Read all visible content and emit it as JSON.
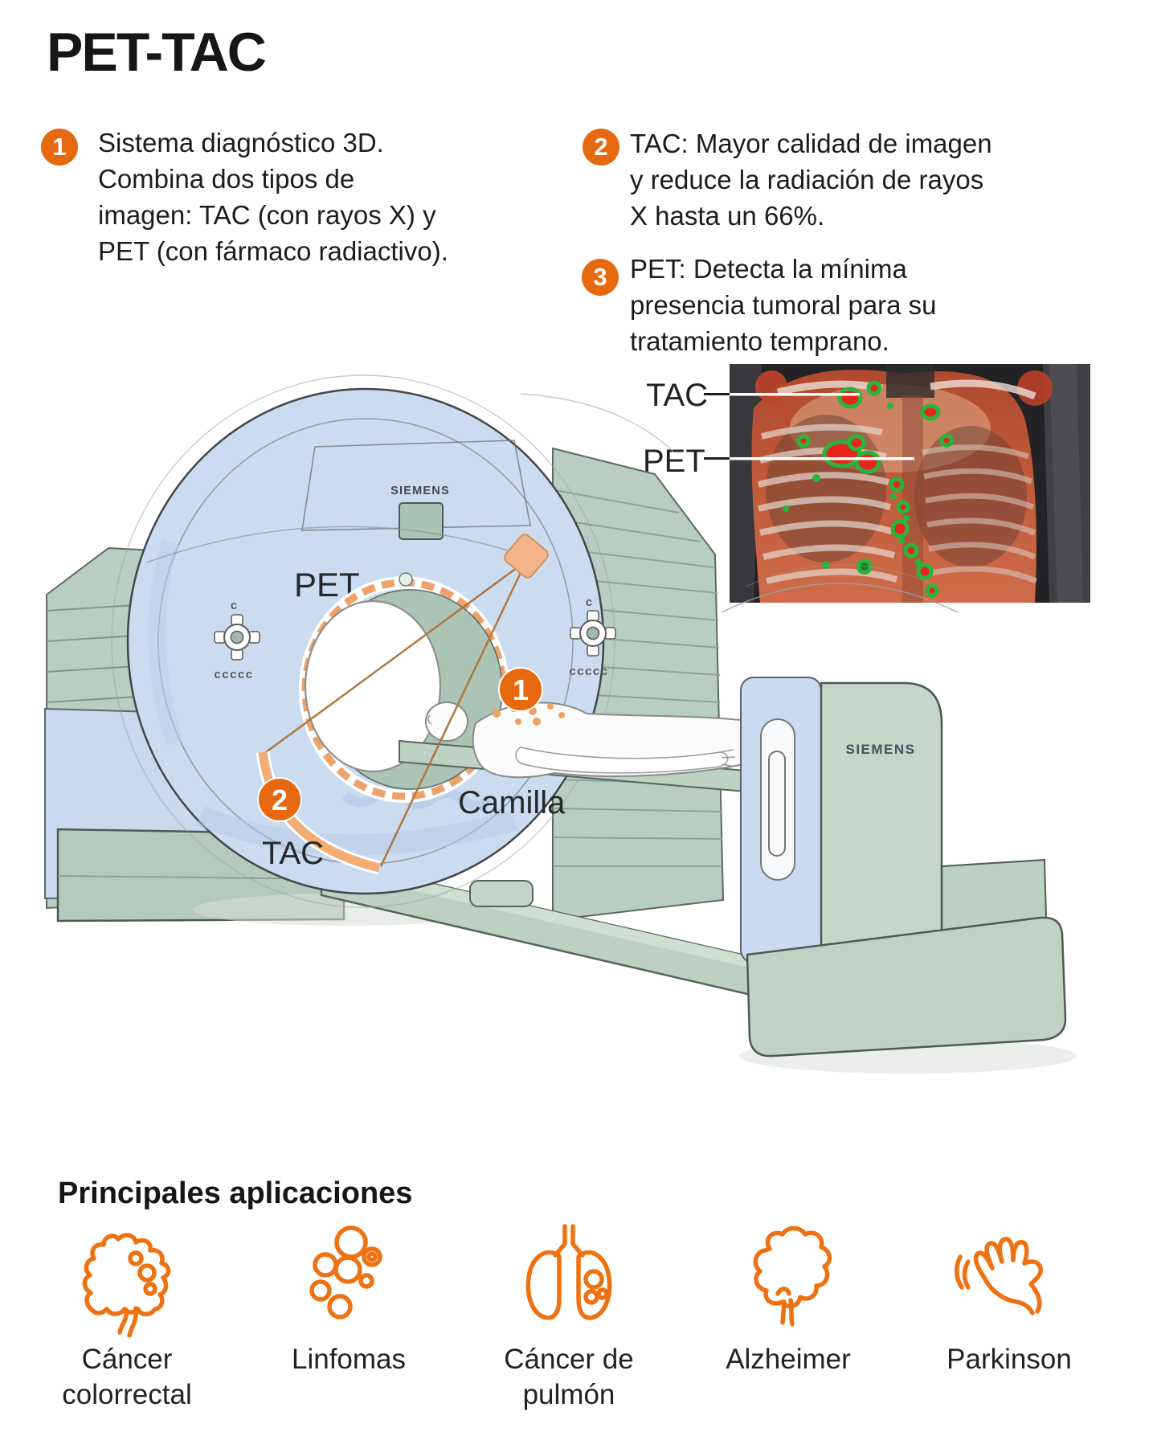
{
  "title": "PET-TAC",
  "colors": {
    "accent_orange": "#e6680f",
    "icon_orange": "#ee7112",
    "machine_blue": "#cbdcf1",
    "machine_green": "#bdd0c4",
    "pet_red": "#e8261c",
    "pet_green": "#29b53b"
  },
  "intro": {
    "items": [
      {
        "num": "1",
        "lines": [
          "Sistema diagnóstico 3D.",
          "Combina dos tipos de",
          "imagen: TAC (con rayos X) y",
          "PET (con fármaco radiactivo)."
        ]
      },
      {
        "num": "2",
        "lines": [
          "TAC: Mayor calidad de imagen",
          "y reduce la radiación de rayos",
          "X hasta un 66%."
        ]
      },
      {
        "num": "3",
        "lines": [
          "PET: Detecta la mínima",
          "presencia tumoral para su",
          "tratamiento temprano."
        ]
      }
    ]
  },
  "scan": {
    "label_tac": "TAC",
    "label_pet": "PET"
  },
  "machine": {
    "brand_gantry": "SIEMENS",
    "brand_console": "SIEMENS",
    "pet_ring_label": "PET",
    "tac_arc_label": "TAC",
    "bed_label": "Camilla",
    "badge_scanner": "1",
    "badge_xray": "2",
    "knob_mark_top": "c",
    "knob_mark_bottom": "ccccc"
  },
  "applications": {
    "heading": "Principales aplicaciones",
    "items": [
      {
        "icon": "colon-icon",
        "line1": "Cáncer",
        "line2": "colorrectal"
      },
      {
        "icon": "lymph-nodes-icon",
        "line1": "Linfomas",
        "line2": ""
      },
      {
        "icon": "lungs-icon",
        "line1": "Cáncer de",
        "line2": "pulmón"
      },
      {
        "icon": "brain-icon",
        "line1": "Alzheimer",
        "line2": ""
      },
      {
        "icon": "hand-icon",
        "line1": "Parkinson",
        "line2": ""
      }
    ]
  }
}
